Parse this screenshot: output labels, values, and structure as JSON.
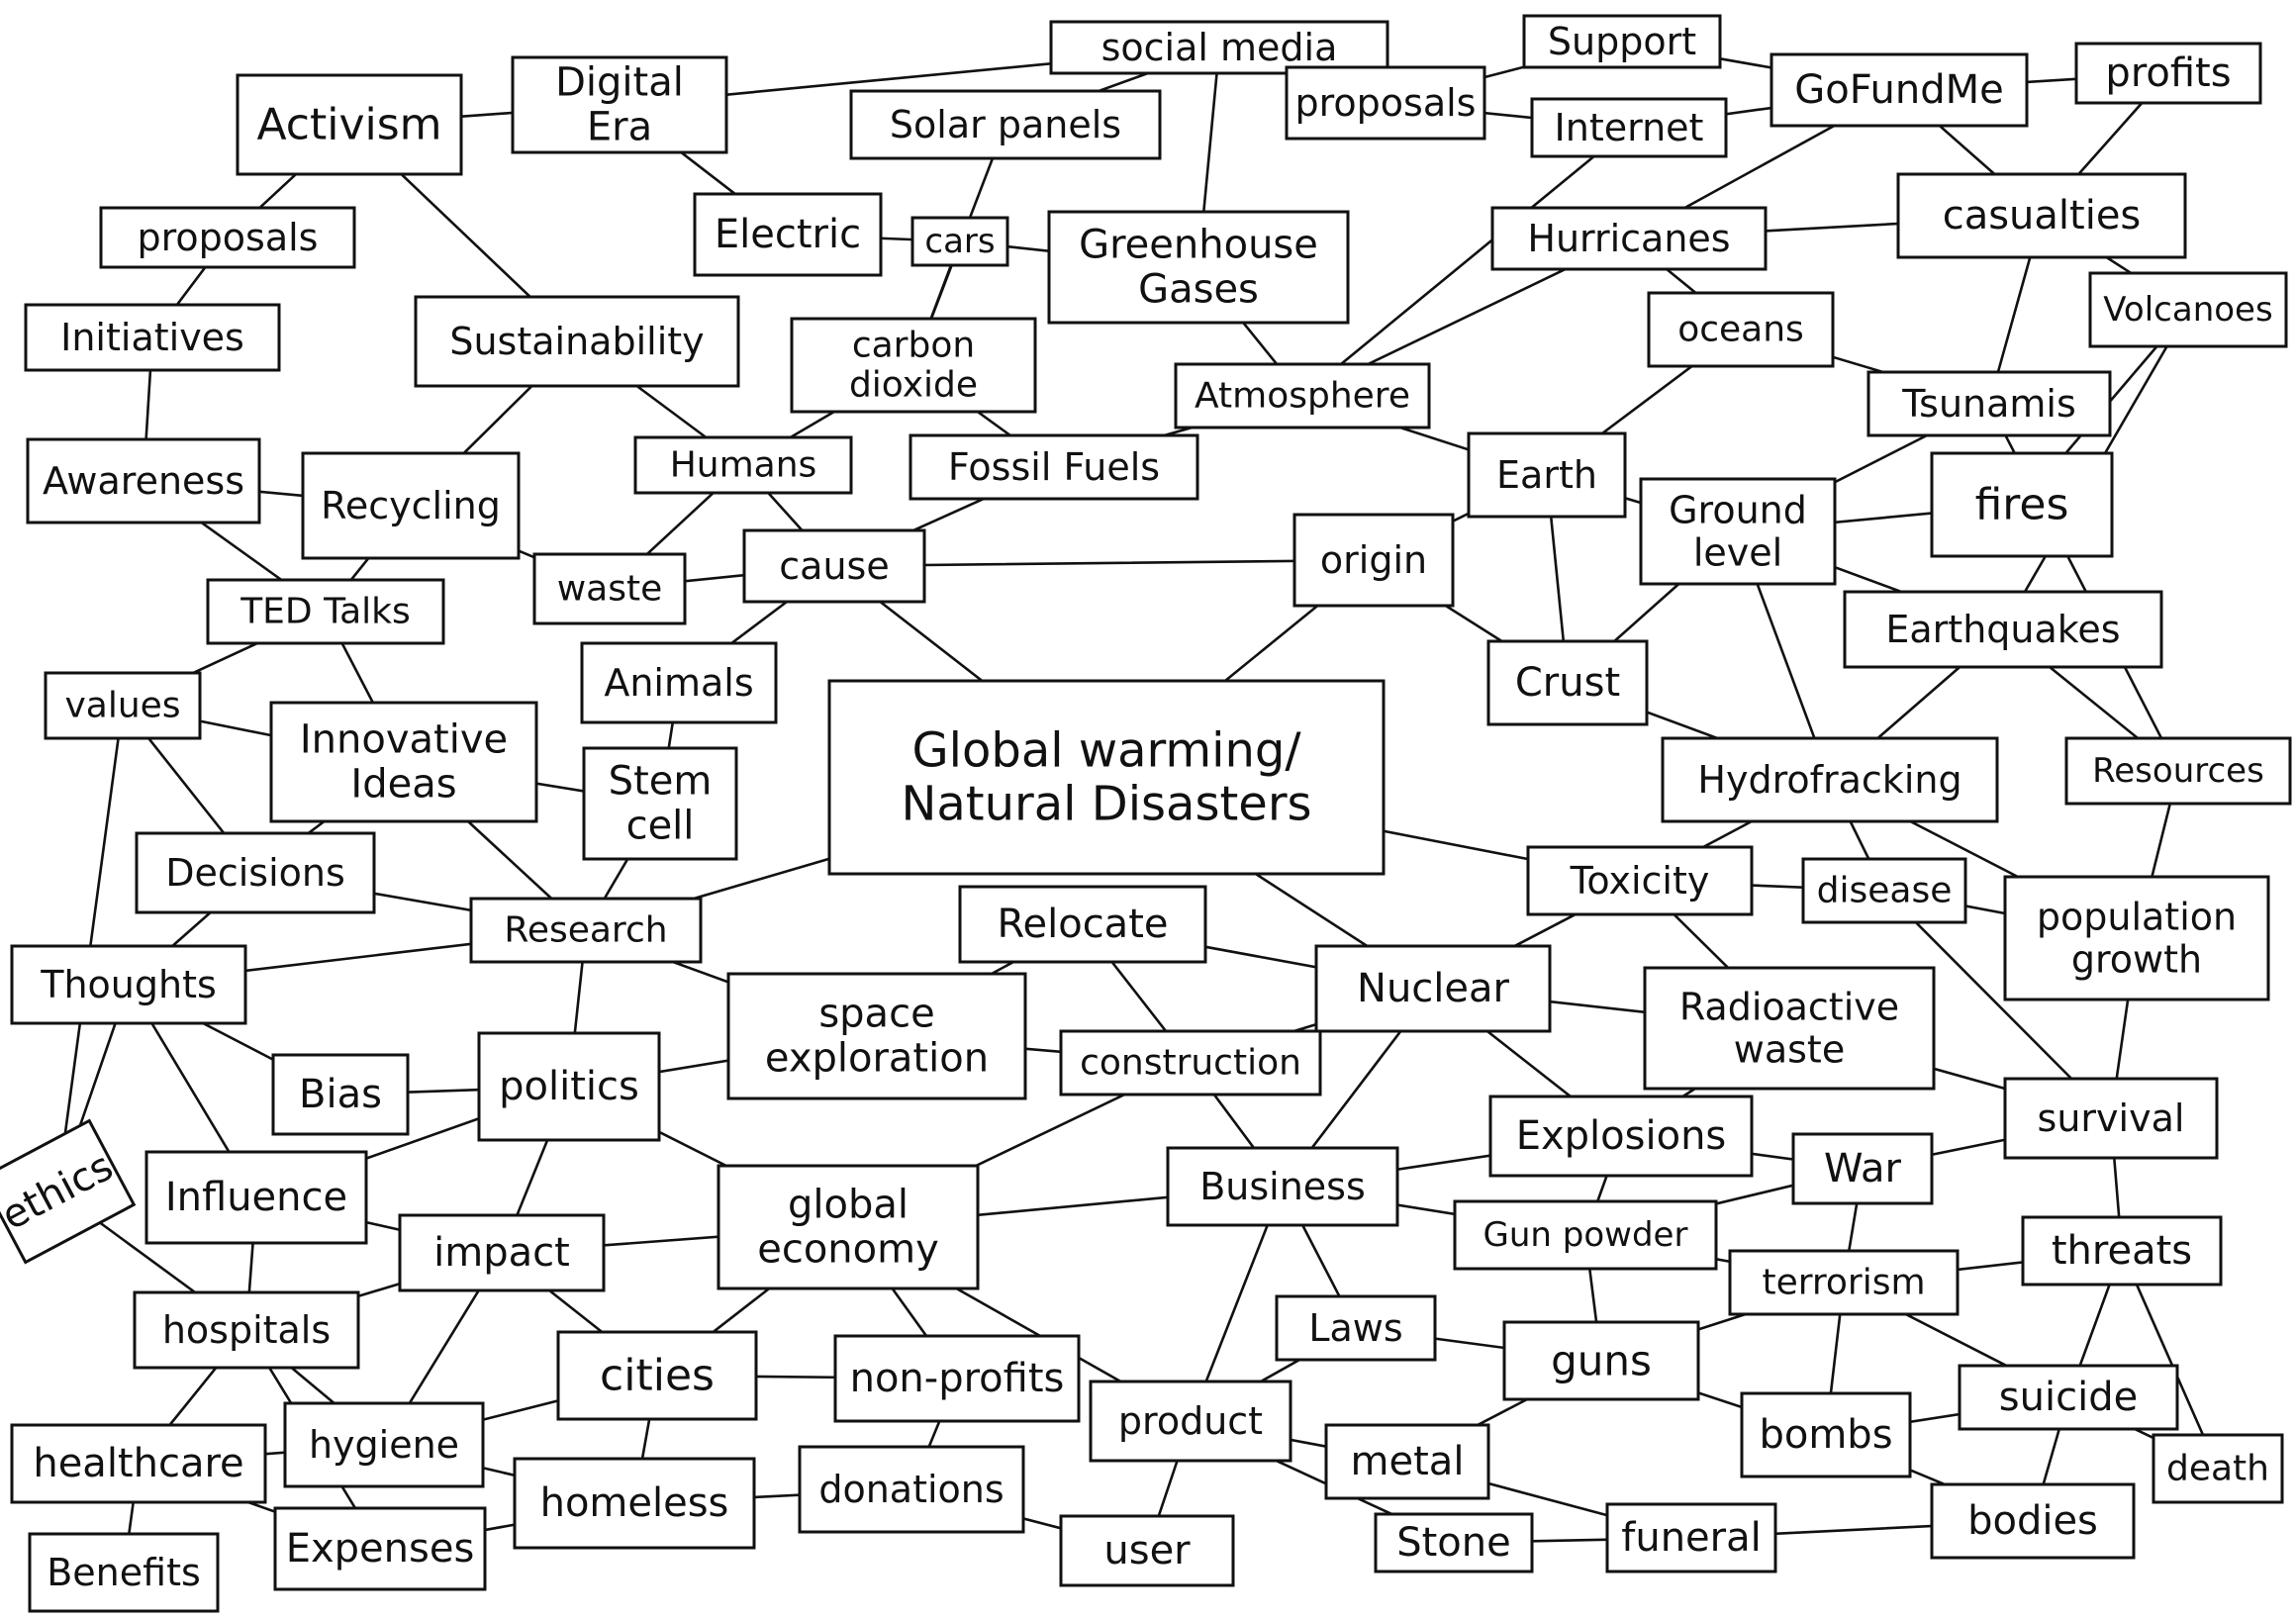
{
  "diagram": {
    "nodes": [
      {
        "id": "central",
        "lines": [
          "Global warming/",
          "Natural Disasters"
        ]
      },
      {
        "id": "social_media",
        "lines": [
          "social media"
        ]
      },
      {
        "id": "support",
        "lines": [
          "Support"
        ]
      },
      {
        "id": "gofundme",
        "lines": [
          "GoFundMe"
        ]
      },
      {
        "id": "profits",
        "lines": [
          "profits"
        ]
      },
      {
        "id": "proposals_top",
        "lines": [
          "proposals"
        ]
      },
      {
        "id": "internet",
        "lines": [
          "Internet"
        ]
      },
      {
        "id": "activism",
        "lines": [
          "Activism"
        ]
      },
      {
        "id": "digital_era",
        "lines": [
          "Digital",
          "Era"
        ]
      },
      {
        "id": "solar_panels",
        "lines": [
          "Solar panels"
        ]
      },
      {
        "id": "proposals_left",
        "lines": [
          "proposals"
        ]
      },
      {
        "id": "electric",
        "lines": [
          "Electric"
        ]
      },
      {
        "id": "cars",
        "lines": [
          "cars"
        ]
      },
      {
        "id": "greenhouse",
        "lines": [
          "Greenhouse",
          "Gases"
        ]
      },
      {
        "id": "hurricanes",
        "lines": [
          "Hurricanes"
        ]
      },
      {
        "id": "casualties",
        "lines": [
          "casualties"
        ]
      },
      {
        "id": "volcanoes",
        "lines": [
          "Volcanoes"
        ]
      },
      {
        "id": "initiatives",
        "lines": [
          "Initiatives"
        ]
      },
      {
        "id": "sustainability",
        "lines": [
          "Sustainability"
        ]
      },
      {
        "id": "carbon_dioxide",
        "lines": [
          "carbon",
          "dioxide"
        ]
      },
      {
        "id": "atmosphere",
        "lines": [
          "Atmosphere"
        ]
      },
      {
        "id": "oceans",
        "lines": [
          "oceans"
        ]
      },
      {
        "id": "tsunamis",
        "lines": [
          "Tsunamis"
        ]
      },
      {
        "id": "earth",
        "lines": [
          "Earth"
        ]
      },
      {
        "id": "awareness",
        "lines": [
          "Awareness"
        ]
      },
      {
        "id": "recycling",
        "lines": [
          "Recycling"
        ]
      },
      {
        "id": "humans",
        "lines": [
          "Humans"
        ]
      },
      {
        "id": "fossil_fuels",
        "lines": [
          "Fossil Fuels"
        ]
      },
      {
        "id": "fires",
        "lines": [
          "fires"
        ]
      },
      {
        "id": "ground_level",
        "lines": [
          "Ground",
          "level"
        ]
      },
      {
        "id": "waste",
        "lines": [
          "waste"
        ]
      },
      {
        "id": "cause",
        "lines": [
          "cause"
        ]
      },
      {
        "id": "origin",
        "lines": [
          "origin"
        ]
      },
      {
        "id": "ted_talks",
        "lines": [
          "TED Talks"
        ]
      },
      {
        "id": "earthquakes",
        "lines": [
          "Earthquakes"
        ]
      },
      {
        "id": "animals",
        "lines": [
          "Animals"
        ]
      },
      {
        "id": "crust",
        "lines": [
          "Crust"
        ]
      },
      {
        "id": "values",
        "lines": [
          "values"
        ]
      },
      {
        "id": "innovative_ideas",
        "lines": [
          "Innovative",
          "Ideas"
        ]
      },
      {
        "id": "stem_cell",
        "lines": [
          "Stem",
          "cell"
        ]
      },
      {
        "id": "hydrofracking",
        "lines": [
          "Hydrofracking"
        ]
      },
      {
        "id": "resources",
        "lines": [
          "Resources"
        ]
      },
      {
        "id": "decisions",
        "lines": [
          "Decisions"
        ]
      },
      {
        "id": "toxicity",
        "lines": [
          "Toxicity"
        ]
      },
      {
        "id": "disease",
        "lines": [
          "disease"
        ]
      },
      {
        "id": "population_growth",
        "lines": [
          "population",
          "growth"
        ]
      },
      {
        "id": "relocate",
        "lines": [
          "Relocate"
        ]
      },
      {
        "id": "research",
        "lines": [
          "Research"
        ]
      },
      {
        "id": "thoughts",
        "lines": [
          "Thoughts"
        ]
      },
      {
        "id": "nuclear",
        "lines": [
          "Nuclear"
        ]
      },
      {
        "id": "radioactive_waste",
        "lines": [
          "Radioactive",
          "waste"
        ]
      },
      {
        "id": "space_exploration",
        "lines": [
          "space",
          "exploration"
        ]
      },
      {
        "id": "construction",
        "lines": [
          "construction"
        ]
      },
      {
        "id": "bias",
        "lines": [
          "Bias"
        ]
      },
      {
        "id": "politics",
        "lines": [
          "politics"
        ]
      },
      {
        "id": "survival",
        "lines": [
          "survival"
        ]
      },
      {
        "id": "explosions",
        "lines": [
          "Explosions"
        ]
      },
      {
        "id": "ethics",
        "lines": [
          "ethics"
        ]
      },
      {
        "id": "influence",
        "lines": [
          "Influence"
        ]
      },
      {
        "id": "war",
        "lines": [
          "War"
        ]
      },
      {
        "id": "business",
        "lines": [
          "Business"
        ]
      },
      {
        "id": "global_economy",
        "lines": [
          "global",
          "economy"
        ]
      },
      {
        "id": "gun_powder",
        "lines": [
          "Gun powder"
        ]
      },
      {
        "id": "impact",
        "lines": [
          "impact"
        ]
      },
      {
        "id": "threats",
        "lines": [
          "threats"
        ]
      },
      {
        "id": "terrorism",
        "lines": [
          "terrorism"
        ]
      },
      {
        "id": "hospitals",
        "lines": [
          "hospitals"
        ]
      },
      {
        "id": "laws",
        "lines": [
          "Laws"
        ]
      },
      {
        "id": "guns",
        "lines": [
          "guns"
        ]
      },
      {
        "id": "cities",
        "lines": [
          "cities"
        ]
      },
      {
        "id": "non_profits",
        "lines": [
          "non-profits"
        ]
      },
      {
        "id": "suicide",
        "lines": [
          "suicide"
        ]
      },
      {
        "id": "product",
        "lines": [
          "product"
        ]
      },
      {
        "id": "bombs",
        "lines": [
          "bombs"
        ]
      },
      {
        "id": "healthcare",
        "lines": [
          "healthcare"
        ]
      },
      {
        "id": "hygiene",
        "lines": [
          "hygiene"
        ]
      },
      {
        "id": "death",
        "lines": [
          "death"
        ]
      },
      {
        "id": "metal",
        "lines": [
          "metal"
        ]
      },
      {
        "id": "homeless",
        "lines": [
          "homeless"
        ]
      },
      {
        "id": "donations",
        "lines": [
          "donations"
        ]
      },
      {
        "id": "expenses",
        "lines": [
          "Expenses"
        ]
      },
      {
        "id": "bodies",
        "lines": [
          "bodies"
        ]
      },
      {
        "id": "stone",
        "lines": [
          "Stone"
        ]
      },
      {
        "id": "funeral",
        "lines": [
          "funeral"
        ]
      },
      {
        "id": "user",
        "lines": [
          "user"
        ]
      },
      {
        "id": "benefits",
        "lines": [
          "Benefits"
        ]
      }
    ],
    "edges": [
      [
        "social_media",
        "digital_era"
      ],
      [
        "social_media",
        "solar_panels"
      ],
      [
        "social_media",
        "greenhouse"
      ],
      [
        "social_media",
        "proposals_top"
      ],
      [
        "proposals_top",
        "support"
      ],
      [
        "proposals_top",
        "internet"
      ],
      [
        "support",
        "gofundme"
      ],
      [
        "internet",
        "gofundme"
      ],
      [
        "gofundme",
        "profits"
      ],
      [
        "internet",
        "atmosphere"
      ],
      [
        "gofundme",
        "hurricanes"
      ],
      [
        "gofundme",
        "casualties"
      ],
      [
        "profits",
        "casualties"
      ],
      [
        "activism",
        "digital_era"
      ],
      [
        "activism",
        "proposals_left"
      ],
      [
        "activism",
        "sustainability"
      ],
      [
        "proposals_left",
        "initiatives"
      ],
      [
        "initiatives",
        "awareness"
      ],
      [
        "digital_era",
        "electric"
      ],
      [
        "solar_panels",
        "carbon_dioxide"
      ],
      [
        "electric",
        "cars"
      ],
      [
        "cars",
        "greenhouse"
      ],
      [
        "cars",
        "carbon_dioxide"
      ],
      [
        "greenhouse",
        "atmosphere"
      ],
      [
        "hurricanes",
        "atmosphere"
      ],
      [
        "hurricanes",
        "casualties"
      ],
      [
        "hurricanes",
        "oceans"
      ],
      [
        "casualties",
        "volcanoes"
      ],
      [
        "casualties",
        "tsunamis"
      ],
      [
        "sustainability",
        "recycling"
      ],
      [
        "sustainability",
        "humans"
      ],
      [
        "carbon_dioxide",
        "humans"
      ],
      [
        "carbon_dioxide",
        "fossil_fuels"
      ],
      [
        "atmosphere",
        "fossil_fuels"
      ],
      [
        "atmosphere",
        "earth"
      ],
      [
        "oceans",
        "tsunamis"
      ],
      [
        "oceans",
        "earth"
      ],
      [
        "tsunamis",
        "ground_level"
      ],
      [
        "tsunamis",
        "resources"
      ],
      [
        "volcanoes",
        "fires"
      ],
      [
        "volcanoes",
        "earthquakes"
      ],
      [
        "awareness",
        "recycling"
      ],
      [
        "awareness",
        "ted_talks"
      ],
      [
        "recycling",
        "ted_talks"
      ],
      [
        "recycling",
        "waste"
      ],
      [
        "humans",
        "waste"
      ],
      [
        "humans",
        "cause"
      ],
      [
        "fossil_fuels",
        "cause"
      ],
      [
        "earth",
        "ground_level"
      ],
      [
        "earth",
        "origin"
      ],
      [
        "earth",
        "crust"
      ],
      [
        "ground_level",
        "fires"
      ],
      [
        "ground_level",
        "earthquakes"
      ],
      [
        "ground_level",
        "crust"
      ],
      [
        "ground_level",
        "hydrofracking"
      ],
      [
        "waste",
        "cause"
      ],
      [
        "cause",
        "origin"
      ],
      [
        "cause",
        "animals"
      ],
      [
        "cause",
        "central"
      ],
      [
        "origin",
        "central"
      ],
      [
        "origin",
        "crust"
      ],
      [
        "ted_talks",
        "values"
      ],
      [
        "ted_talks",
        "innovative_ideas"
      ],
      [
        "earthquakes",
        "hydrofracking"
      ],
      [
        "earthquakes",
        "resources"
      ],
      [
        "animals",
        "stem_cell"
      ],
      [
        "crust",
        "hydrofracking"
      ],
      [
        "values",
        "innovative_ideas"
      ],
      [
        "values",
        "decisions"
      ],
      [
        "values",
        "ethics"
      ],
      [
        "innovative_ideas",
        "stem_cell"
      ],
      [
        "innovative_ideas",
        "decisions"
      ],
      [
        "innovative_ideas",
        "research"
      ],
      [
        "stem_cell",
        "research"
      ],
      [
        "hydrofracking",
        "toxicity"
      ],
      [
        "hydrofracking",
        "disease"
      ],
      [
        "hydrofracking",
        "population_growth"
      ],
      [
        "resources",
        "population_growth"
      ],
      [
        "decisions",
        "research"
      ],
      [
        "decisions",
        "thoughts"
      ],
      [
        "central",
        "research"
      ],
      [
        "central",
        "toxicity"
      ],
      [
        "central",
        "nuclear"
      ],
      [
        "toxicity",
        "disease"
      ],
      [
        "toxicity",
        "nuclear"
      ],
      [
        "toxicity",
        "radioactive_waste"
      ],
      [
        "disease",
        "population_growth"
      ],
      [
        "disease",
        "survival"
      ],
      [
        "population_growth",
        "survival"
      ],
      [
        "relocate",
        "nuclear"
      ],
      [
        "relocate",
        "space_exploration"
      ],
      [
        "relocate",
        "construction"
      ],
      [
        "research",
        "thoughts"
      ],
      [
        "research",
        "politics"
      ],
      [
        "research",
        "space_exploration"
      ],
      [
        "thoughts",
        "bias"
      ],
      [
        "thoughts",
        "influence"
      ],
      [
        "thoughts",
        "ethics"
      ],
      [
        "nuclear",
        "radioactive_waste"
      ],
      [
        "nuclear",
        "construction"
      ],
      [
        "nuclear",
        "explosions"
      ],
      [
        "nuclear",
        "business"
      ],
      [
        "radioactive_waste",
        "survival"
      ],
      [
        "radioactive_waste",
        "explosions"
      ],
      [
        "space_exploration",
        "politics"
      ],
      [
        "space_exploration",
        "construction"
      ],
      [
        "construction",
        "global_economy"
      ],
      [
        "construction",
        "business"
      ],
      [
        "bias",
        "politics"
      ],
      [
        "politics",
        "influence"
      ],
      [
        "politics",
        "impact"
      ],
      [
        "politics",
        "global_economy"
      ],
      [
        "survival",
        "war"
      ],
      [
        "survival",
        "threats"
      ],
      [
        "explosions",
        "business"
      ],
      [
        "explosions",
        "war"
      ],
      [
        "explosions",
        "gun_powder"
      ],
      [
        "ethics",
        "hospitals"
      ],
      [
        "influence",
        "impact"
      ],
      [
        "influence",
        "hospitals"
      ],
      [
        "war",
        "gun_powder"
      ],
      [
        "war",
        "terrorism"
      ],
      [
        "business",
        "global_economy"
      ],
      [
        "business",
        "gun_powder"
      ],
      [
        "business",
        "laws"
      ],
      [
        "business",
        "product"
      ],
      [
        "global_economy",
        "impact"
      ],
      [
        "global_economy",
        "cities"
      ],
      [
        "global_economy",
        "non_profits"
      ],
      [
        "global_economy",
        "product"
      ],
      [
        "gun_powder",
        "guns"
      ],
      [
        "gun_powder",
        "terrorism"
      ],
      [
        "impact",
        "hospitals"
      ],
      [
        "impact",
        "hygiene"
      ],
      [
        "impact",
        "cities"
      ],
      [
        "threats",
        "terrorism"
      ],
      [
        "threats",
        "suicide"
      ],
      [
        "threats",
        "death"
      ],
      [
        "terrorism",
        "guns"
      ],
      [
        "terrorism",
        "bombs"
      ],
      [
        "terrorism",
        "suicide"
      ],
      [
        "hospitals",
        "healthcare"
      ],
      [
        "hospitals",
        "hygiene"
      ],
      [
        "laws",
        "product"
      ],
      [
        "laws",
        "guns"
      ],
      [
        "guns",
        "metal"
      ],
      [
        "guns",
        "bombs"
      ],
      [
        "cities",
        "non_profits"
      ],
      [
        "cities",
        "hygiene"
      ],
      [
        "cities",
        "homeless"
      ],
      [
        "non_profits",
        "donations"
      ],
      [
        "suicide",
        "bombs"
      ],
      [
        "suicide",
        "bodies"
      ],
      [
        "suicide",
        "death"
      ],
      [
        "product",
        "metal"
      ],
      [
        "product",
        "user"
      ],
      [
        "product",
        "stone"
      ],
      [
        "bombs",
        "bodies"
      ],
      [
        "healthcare",
        "hygiene"
      ],
      [
        "healthcare",
        "expenses"
      ],
      [
        "healthcare",
        "benefits"
      ],
      [
        "hygiene",
        "homeless"
      ],
      [
        "metal",
        "funeral"
      ],
      [
        "homeless",
        "donations"
      ],
      [
        "homeless",
        "expenses"
      ],
      [
        "donations",
        "user"
      ],
      [
        "stone",
        "funeral"
      ],
      [
        "funeral",
        "bodies"
      ],
      [
        "hospitals",
        "expenses"
      ]
    ]
  }
}
